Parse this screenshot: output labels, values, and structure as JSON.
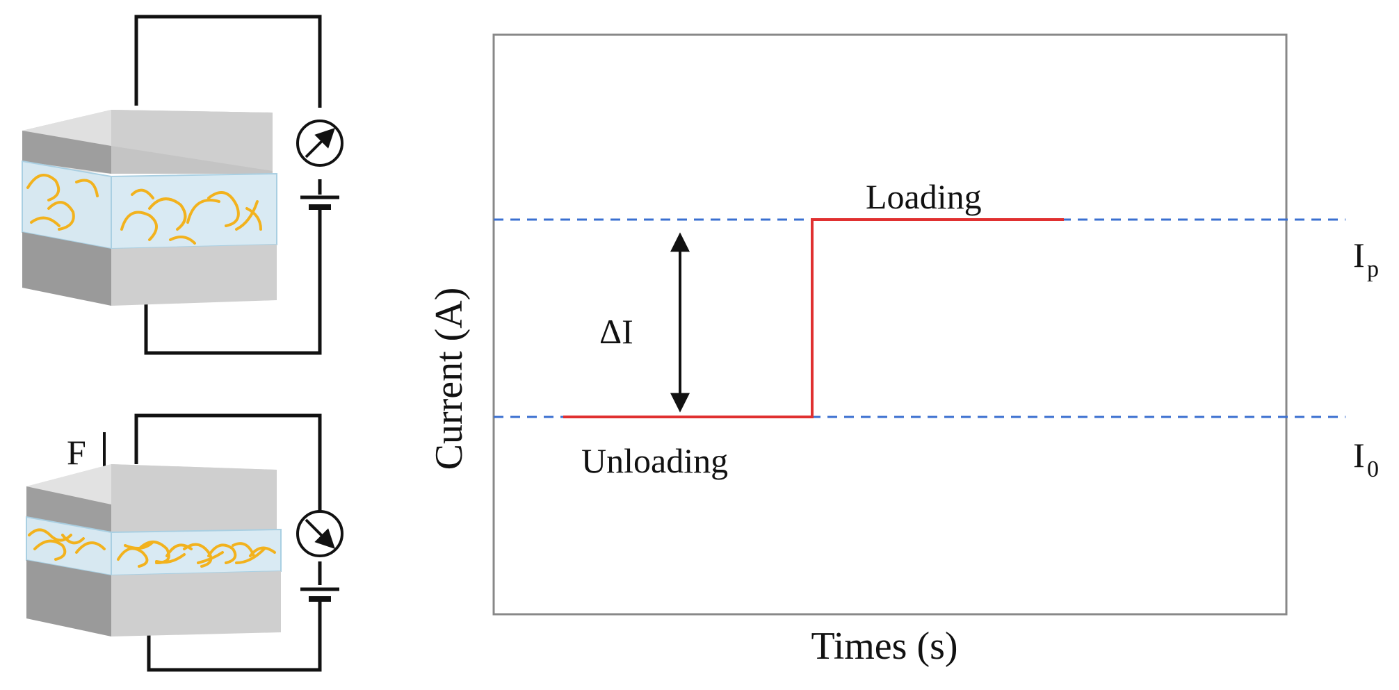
{
  "left_panel": {
    "force_label": "F"
  },
  "chart": {
    "y_axis_label": "Current (A)",
    "x_axis_label": "Times (s)",
    "loading_label": "Loading",
    "unloading_label": "Unloading",
    "delta_label": "ΔI",
    "ip_label": {
      "main": "I",
      "sub": "p"
    },
    "i0_label": {
      "main": "I",
      "sub": "0"
    }
  },
  "chart_data": {
    "type": "line",
    "series": [
      {
        "steps": [
          [
            "unloading",
            "I0"
          ],
          [
            "loading",
            "Ip"
          ]
        ]
      }
    ],
    "reference_levels": [
      "Ip",
      "I0"
    ],
    "xlabel": "Times (s)",
    "ylabel": "Current (A)",
    "grid": false
  },
  "colors": {
    "signal_line": "#e03030",
    "reference_dash": "#3a6fd0",
    "frame": "#888888",
    "fiber": "#f2b21d",
    "plate_top": "#d6d6d6",
    "plate_front": "#cfcfcf",
    "plate_side": "#9a9a9a",
    "film": "#d7e8f1",
    "film_edge": "#a9cfe2",
    "wire": "#111111"
  }
}
